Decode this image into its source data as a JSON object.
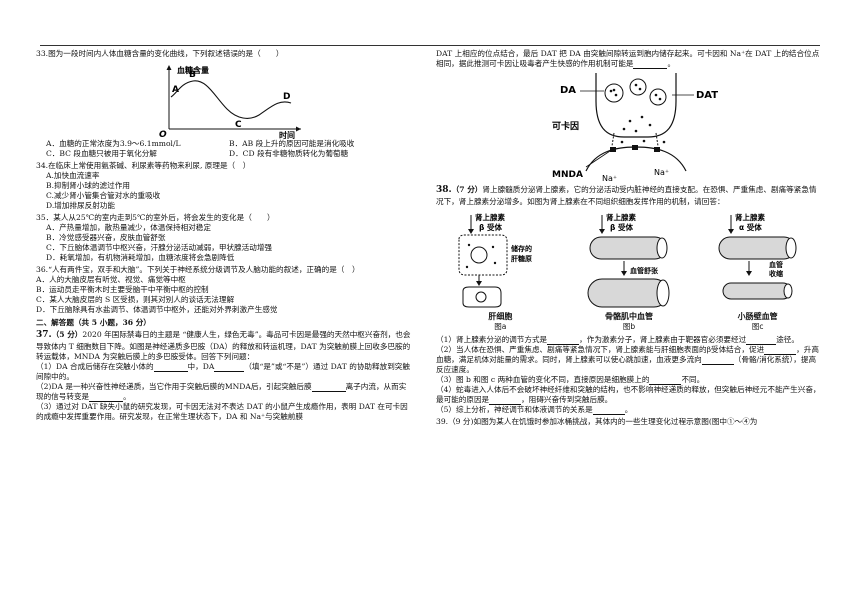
{
  "q33": {
    "stem": "33.图为一段时间内人体血糖含量的变化曲线，下列叙述错误的是（　　）",
    "graph": {
      "ylabel": "血糖含量",
      "xlabel": "时间",
      "origin": "O",
      "points": [
        "A",
        "B",
        "C",
        "D"
      ]
    },
    "options": [
      "A．血糖的正常浓度为3.9～6.1mmol/L",
      "B．AB 段上升的原因可能是消化吸收",
      "C．BC 段血糖只被用于氧化分解",
      "D．CD 段有非糖物质转化为葡萄糖"
    ]
  },
  "q34": {
    "stem": "34.在临床上常使用氨茶碱、利尿素等药物来利尿, 原理是（　）",
    "options": [
      "A.加快血流速率",
      "B.抑制肾小球的滤过作用",
      "C.减少肾小管集合管对水的重吸收",
      "D.增加排尿反射功能"
    ]
  },
  "q35": {
    "stem": "35．某人从25℃的室内走到5℃的室外后，将会发生的变化是（　　）",
    "options": [
      "A．产热量增加，散热量减少，体温保持相对稳定",
      "B．冷觉感受器兴奋，皮肤血管舒张",
      "C．下丘脑体温调节中枢兴奋，汗腺分泌活动减弱，甲状腺活动增强",
      "D．耗氧增加，有机物消耗增加，血糖浓度将会急剧降低"
    ]
  },
  "q36": {
    "stem": "36.“人有两件宝，双手和大脑”。下列关于神经系统分级调节及人脑功能的叙述，正确的是（　）",
    "options": [
      "A．人的大脑皮层有听觉、视觉、痛觉等中枢",
      "B．运动员走平衡木时主要受脑干中平衡中枢的控制",
      "C．某人大脑皮层的 S 区受损，则其对别人的谈话无法理解",
      "D．下丘脑除具有水盐调节、体温调节中枢外，还能对外界刺激产生感觉"
    ]
  },
  "section2": "二、解答题（共 5 小题，36 分）",
  "q37": {
    "num": "37.",
    "score": "（5 分）",
    "intro": "2020 年国际禁毒日的主题是 “健康人生，绿色无毒”。毒品可卡因是最强的天然中枢兴奋剂，也会导致体内 T 细胞数目下降。如图是神经递质多巴胺（DA）的释放和转运机理，DAT 为突触前膜上回收多巴胺的转运载体，MNDA 为突触后膜上的多巴胺受体。回答下列问题：",
    "s1a": "（1）DA 合成后储存在突触小体的",
    "s1b": "中，DA",
    "s1c": "（填“是”或“不是”）通过 DAT 的协助释放到突触间隙中的。",
    "s2a": "（2)DA 是一种兴奋性神经递质，当它作用于突触后膜的MNDA后，引起突触后膜",
    "s2b": "离子内流，从而实现的信号转变是",
    "s2c": "。",
    "s3": "（3）通过对 DAT 缺失小鼠的研究发现，可卡因无法对不表达 DAT 的小鼠产生成瘾作用，表明 DAT 在可卡因的成瘾中发挥重要作用。研究发现，在正常生理状态下，DA 和 Na⁺与突触前膜",
    "cont_a": "DAT 上相应的位点结合，最后 DAT 把 DA 由突触间隙转运到胞内储存起来。可卡因和 Na⁺在 DAT 上的结合位点相同，据此推测可卡因让吸毒者产生快感的作用机制可能是",
    "cont_b": "。",
    "figure": {
      "da": "DA",
      "dat": "DAT",
      "cocaine": "可卡因",
      "mnda": "MNDA",
      "na": "Na⁺"
    }
  },
  "q38": {
    "num": "38.",
    "score": "（7 分）",
    "intro": "肾上腺髓质分泌肾上腺素，它的分泌活动受内脏神经的直接支配。在恐惧、严重焦虑、剧痛等紧急情况下，肾上腺素分泌增多。如图为肾上腺素在不同组织细胞发挥作用的机制，请回答：",
    "figs": [
      {
        "hormone": "肾上腺素",
        "receptor": "β 受体",
        "note": "储存的肝糖原",
        "label": "肝细胞",
        "sub": "图a"
      },
      {
        "hormone": "肾上腺素",
        "receptor": "β 受体",
        "note": "血管舒张",
        "label": "骨骼肌中血管",
        "sub": "图b"
      },
      {
        "hormone": "肾上腺素",
        "receptor": "α 受体",
        "note": "血管收缩",
        "label": "小肠壁血管",
        "sub": "图c"
      }
    ],
    "s1a": "（1）肾上腺素分泌的调节方式是",
    "s1b": "，作为激素分子，肾上腺素由于靶器官必须要经过",
    "s1c": "途径。",
    "s2a": "（2）当人体在恐惧、严重焦虑、剧痛等紧急情况下，肾上腺素能与肝细胞表面的β受体结合，促进",
    "s2b": "，升高血糖，满足机体对能量的需求。同时，肾上腺素可以使心跳加速，血液更多流向",
    "s2c": "（骨骼/消化系统），提高反应速度。",
    "s3a": "（3）图 b 和图 c 两种血管的变化不同，直接原因是细胞膜上的",
    "s3b": "不同。",
    "s4a": "（4）蛇毒进入人体后不会破坏神经纤维和突触的结构，也不影响神经递质的释放，但突触后神经元不能产生兴奋，最可能的原因是",
    "s4b": "，阻碍兴奋传到突触后膜。",
    "s5a": "（5）综上分析，神经调节和体液调节的关系是",
    "s5b": "。"
  },
  "q39": {
    "stem": "39.（9 分)如图为某人在饥饿时参加冰桶挑战，其体内的一些生理变化过程示意图(图中①～④为"
  }
}
